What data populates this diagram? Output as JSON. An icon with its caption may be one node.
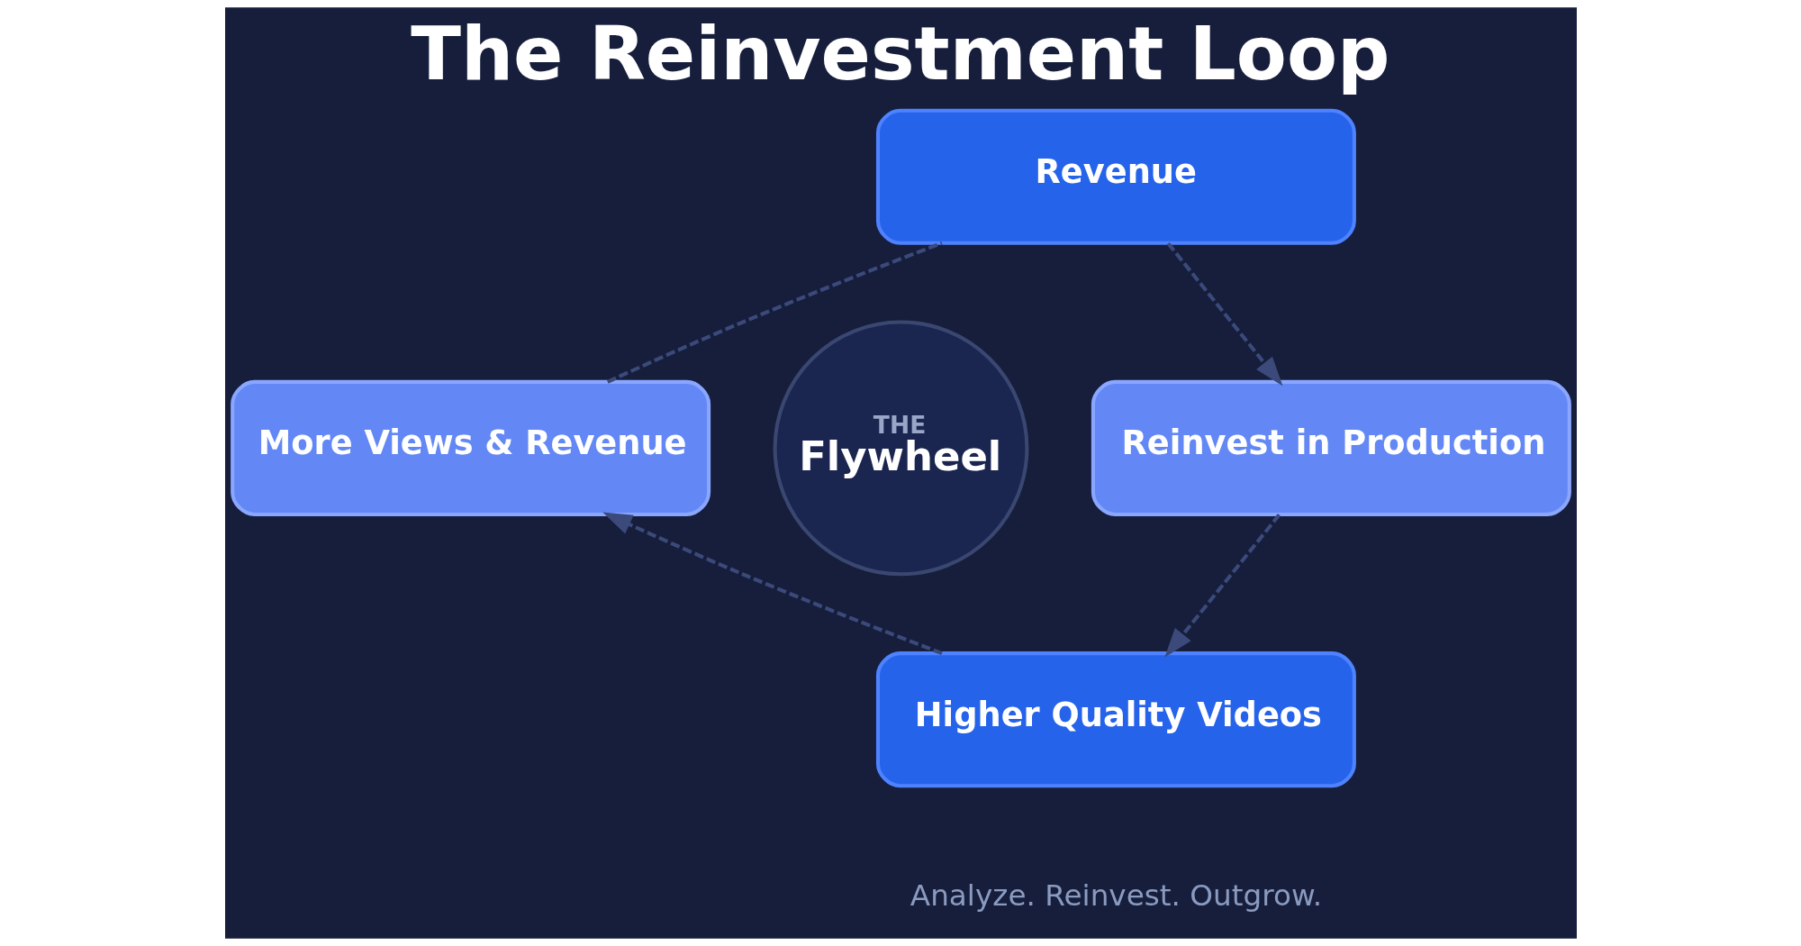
{
  "diagram": {
    "title": "The Reinvestment Loop",
    "nodes": [
      {
        "text": [
          "Revenue"
        ]
      },
      {
        "text": [
          "More Views & Revenue"
        ]
      },
      {
        "text": [
          "THE",
          "Flywheel"
        ]
      },
      {
        "text": [
          "Reinvest in Production"
        ]
      },
      {
        "text": [
          "Higher Quality Videos"
        ]
      }
    ],
    "edges": [
      {
        "from": 0,
        "to": 3,
        "arrow": "to",
        "style": "dashed"
      },
      {
        "from": 3,
        "to": 4,
        "arrow": "to",
        "style": "dashed"
      },
      {
        "from": 4,
        "to": 1,
        "arrow": "to",
        "style": "dashed"
      },
      {
        "from": 1,
        "to": 0,
        "arrow": "none",
        "style": "dashed"
      }
    ],
    "labels": [
      "Analyze. Reinvest. Outgrow."
    ]
  }
}
